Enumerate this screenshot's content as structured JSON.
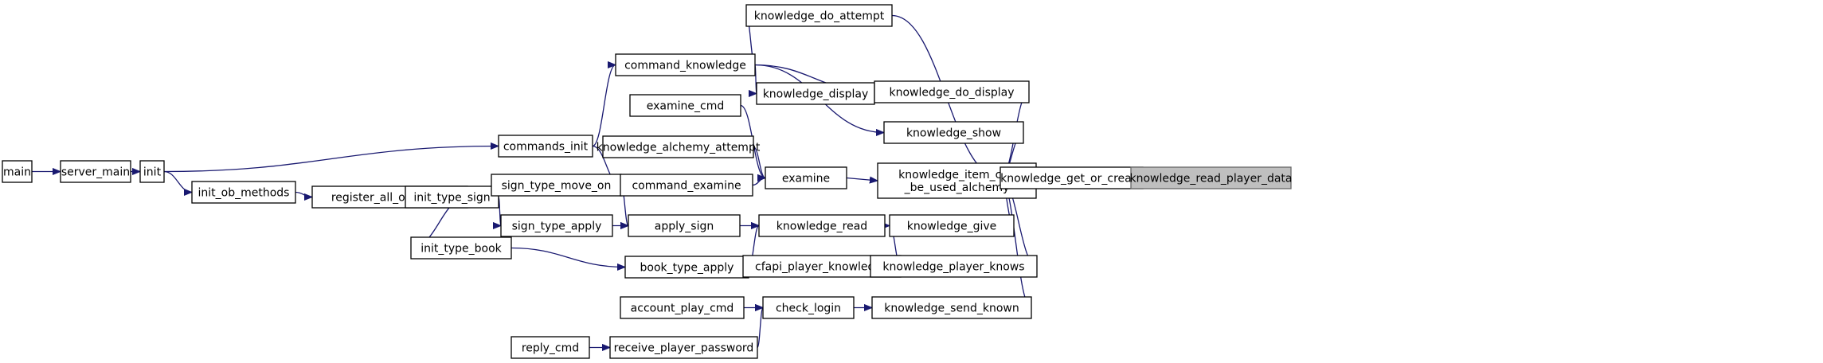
{
  "graph": {
    "type": "call-graph",
    "edge_color": "#191970",
    "highlight_fill": "#bfbfbf",
    "nodes": [
      {
        "id": "main",
        "label": "main"
      },
      {
        "id": "server_main",
        "label": "server_main"
      },
      {
        "id": "init",
        "label": "init"
      },
      {
        "id": "init_ob_methods",
        "label": "init_ob_methods"
      },
      {
        "id": "register_all_ob_types",
        "label": "register_all_ob_types"
      },
      {
        "id": "init_type_sign",
        "label": "init_type_sign"
      },
      {
        "id": "init_type_book",
        "label": "init_type_book"
      },
      {
        "id": "commands_init",
        "label": "commands_init"
      },
      {
        "id": "sign_type_move_on",
        "label": "sign_type_move_on"
      },
      {
        "id": "sign_type_apply",
        "label": "sign_type_apply"
      },
      {
        "id": "command_knowledge",
        "label": "command_knowledge"
      },
      {
        "id": "examine_cmd",
        "label": "examine_cmd"
      },
      {
        "id": "knowledge_alchemy_attempt",
        "label": "knowledge_alchemy_attempt"
      },
      {
        "id": "command_examine",
        "label": "command_examine"
      },
      {
        "id": "apply_sign",
        "label": "apply_sign"
      },
      {
        "id": "book_type_apply",
        "label": "book_type_apply"
      },
      {
        "id": "account_play_cmd",
        "label": "account_play_cmd"
      },
      {
        "id": "reply_cmd",
        "label": "reply_cmd"
      },
      {
        "id": "receive_player_password",
        "label": "receive_player_password"
      },
      {
        "id": "knowledge_do_attempt",
        "label": "knowledge_do_attempt"
      },
      {
        "id": "knowledge_display",
        "label": "knowledge_display"
      },
      {
        "id": "examine",
        "label": "examine"
      },
      {
        "id": "knowledge_read",
        "label": "knowledge_read"
      },
      {
        "id": "cfapi_player_knowledge",
        "label": "cfapi_player_knowledge"
      },
      {
        "id": "check_login",
        "label": "check_login"
      },
      {
        "id": "knowledge_do_display",
        "label": "knowledge_do_display"
      },
      {
        "id": "knowledge_show",
        "label": "knowledge_show"
      },
      {
        "id": "knowledge_item_can_be_used_alchemy",
        "label": "knowledge_item_can\n_be_used_alchemy"
      },
      {
        "id": "knowledge_give",
        "label": "knowledge_give"
      },
      {
        "id": "knowledge_player_knows",
        "label": "knowledge_player_knows"
      },
      {
        "id": "knowledge_send_known",
        "label": "knowledge_send_known"
      },
      {
        "id": "knowledge_get_or_create",
        "label": "knowledge_get_or_create"
      },
      {
        "id": "knowledge_read_player_data",
        "label": "knowledge_read_player_data",
        "highlight": true
      }
    ],
    "edges": [
      {
        "from": "knowledge_get_or_create",
        "to": "knowledge_read_player_data"
      },
      {
        "from": "knowledge_do_attempt",
        "to": "knowledge_get_or_create"
      },
      {
        "from": "knowledge_do_display",
        "to": "knowledge_get_or_create"
      },
      {
        "from": "knowledge_show",
        "to": "knowledge_get_or_create"
      },
      {
        "from": "knowledge_item_can_be_used_alchemy",
        "to": "knowledge_get_or_create"
      },
      {
        "from": "knowledge_give",
        "to": "knowledge_get_or_create"
      },
      {
        "from": "knowledge_player_knows",
        "to": "knowledge_get_or_create"
      },
      {
        "from": "knowledge_send_known",
        "to": "knowledge_get_or_create"
      },
      {
        "from": "command_knowledge",
        "to": "knowledge_do_attempt"
      },
      {
        "from": "command_knowledge",
        "to": "knowledge_display"
      },
      {
        "from": "command_knowledge",
        "to": "knowledge_do_display"
      },
      {
        "from": "command_knowledge",
        "to": "knowledge_show"
      },
      {
        "from": "knowledge_display",
        "to": "knowledge_do_display"
      },
      {
        "from": "examine",
        "to": "knowledge_item_can_be_used_alchemy"
      },
      {
        "from": "knowledge_read",
        "to": "knowledge_give"
      },
      {
        "from": "cfapi_player_knowledge",
        "to": "knowledge_give"
      },
      {
        "from": "cfapi_player_knowledge",
        "to": "knowledge_player_knows"
      },
      {
        "from": "check_login",
        "to": "knowledge_send_known"
      },
      {
        "from": "examine_cmd",
        "to": "examine"
      },
      {
        "from": "knowledge_alchemy_attempt",
        "to": "examine"
      },
      {
        "from": "command_examine",
        "to": "examine"
      },
      {
        "from": "apply_sign",
        "to": "knowledge_read"
      },
      {
        "from": "book_type_apply",
        "to": "knowledge_read"
      },
      {
        "from": "account_play_cmd",
        "to": "check_login"
      },
      {
        "from": "receive_player_password",
        "to": "check_login"
      },
      {
        "from": "reply_cmd",
        "to": "receive_player_password"
      },
      {
        "from": "sign_type_move_on",
        "to": "apply_sign"
      },
      {
        "from": "sign_type_apply",
        "to": "apply_sign"
      },
      {
        "from": "commands_init",
        "to": "command_knowledge"
      },
      {
        "from": "commands_init",
        "to": "command_examine"
      },
      {
        "from": "init_type_sign",
        "to": "sign_type_move_on"
      },
      {
        "from": "init_type_sign",
        "to": "sign_type_apply"
      },
      {
        "from": "init_type_book",
        "to": "book_type_apply"
      },
      {
        "from": "init",
        "to": "commands_init"
      },
      {
        "from": "init",
        "to": "init_ob_methods"
      },
      {
        "from": "register_all_ob_types",
        "to": "init_type_sign"
      },
      {
        "from": "register_all_ob_types",
        "to": "init_type_book"
      },
      {
        "from": "init_ob_methods",
        "to": "register_all_ob_types"
      },
      {
        "from": "server_main",
        "to": "init"
      },
      {
        "from": "main",
        "to": "server_main"
      }
    ]
  }
}
